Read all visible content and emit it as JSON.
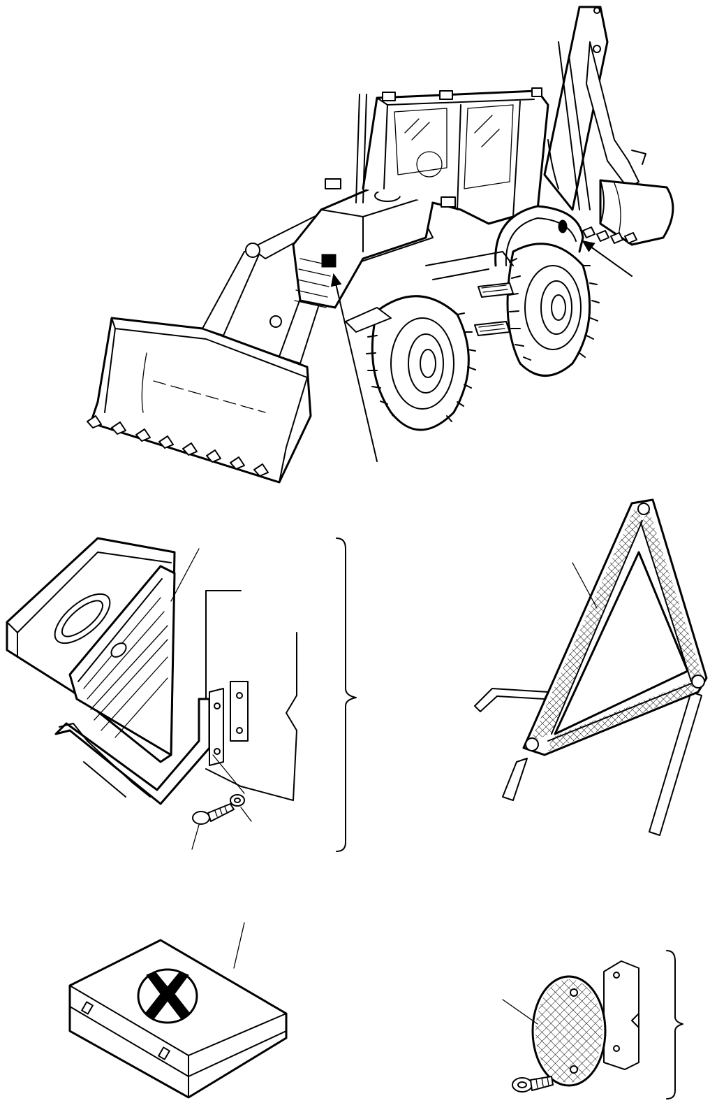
{
  "figure": {
    "kind": "technical-parts-illustration",
    "labels": []
  },
  "parts": [
    {
      "id": "machine",
      "name": "backhoe-loader"
    },
    {
      "id": "bracket",
      "name": "warning-triangle-holder"
    },
    {
      "id": "triangle",
      "name": "warning-triangle"
    },
    {
      "id": "kit",
      "name": "first-aid-kit"
    },
    {
      "id": "reflector",
      "name": "rear-reflector"
    }
  ],
  "colors": {
    "ink": "#000000",
    "paper": "#ffffff"
  }
}
